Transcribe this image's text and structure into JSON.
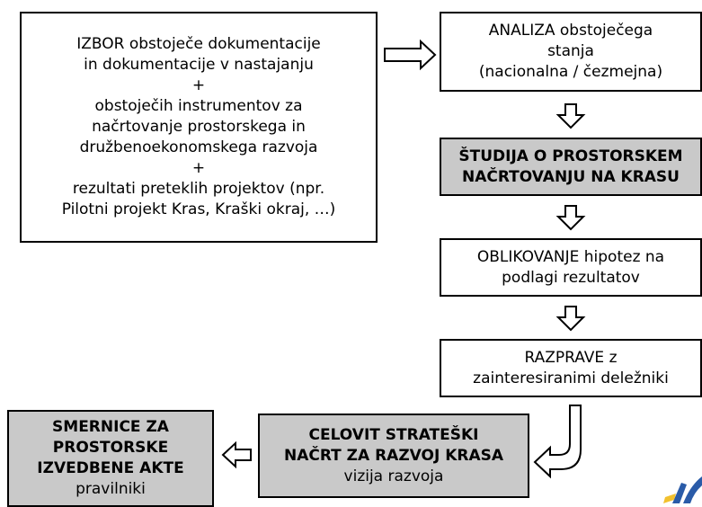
{
  "boxes": {
    "izbor": {
      "lines": [
        "IZBOR obstoječe dokumentacije",
        "in dokumentacije v nastajanju",
        "+",
        "obstoječih instrumentov za",
        "načrtovanje prostorskega in",
        "družbenoekonomskega razvoja",
        "+",
        "rezultati preteklih projektov (npr.",
        "Pilotni projekt Kras, Kraški okraj, …)"
      ]
    },
    "analiza": {
      "lines": [
        "ANALIZA obstoječega",
        "stanja",
        "(nacionalna / čezmejna)"
      ]
    },
    "studija": {
      "lines": [
        "ŠTUDIJA O PROSTORSKEM",
        "NAČRTOVANJU NA KRASU"
      ]
    },
    "oblikovanje": {
      "lines": [
        "OBLIKOVANJE hipotez na",
        "podlagi rezultatov"
      ]
    },
    "razprave": {
      "lines": [
        "RAZPRAVE z",
        "zainteresiranimi deležniki"
      ]
    },
    "celovit": {
      "title_lines": [
        "CELOVIT STRATEŠKI",
        "NAČRT ZA RAZVOJ KRASA"
      ],
      "sub": "vizija razvoja"
    },
    "smernice": {
      "title_lines": [
        "SMERNICE ZA",
        "PROSTORSKE",
        "IZVEDBENE AKTE"
      ],
      "sub": "pravilniki"
    }
  },
  "colors": {
    "grey_box": "#c9c9c9",
    "logo_blue": "#2a5ba8",
    "logo_yellow": "#f2c12e"
  }
}
